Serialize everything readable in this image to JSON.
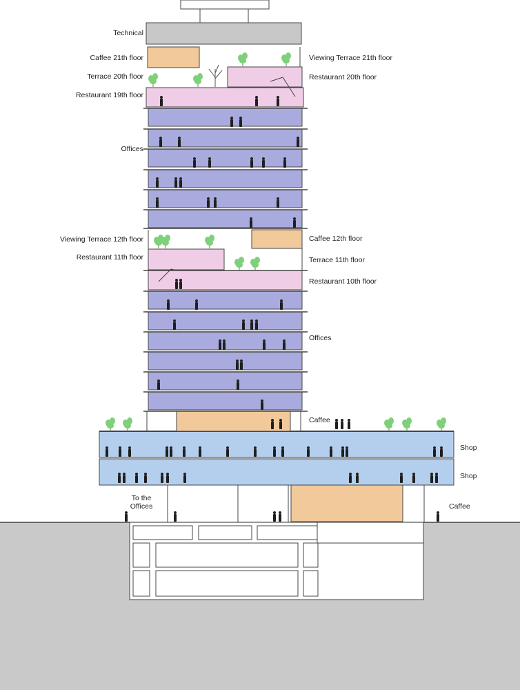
{
  "labels": {
    "technical": "Technical",
    "caffee_21": "Caffee 21th floor",
    "viewing_terrace_21": "Viewing Terrace 21th floor",
    "terrace_20": "Terrace 20th floor",
    "restaurant_20": "Restaurant 20th floor",
    "restaurant_19": "Restaurant 19th floor",
    "offices_upper": "Offices",
    "viewing_terrace_12": "Viewing Terrace 12th floor",
    "caffee_12": "Caffee 12th floor",
    "restaurant_11": "Restaurant 11th floor",
    "terrace_11": "Terrace 11th floor",
    "restaurant_10": "Restaurant 10th floor",
    "offices_lower": "Offices",
    "caffee_podium": "Caffee",
    "shop_upper": "Shop",
    "shop_lower": "Shop",
    "to_offices": "To the Offices",
    "caffee_ground": "Caffee"
  },
  "colors": {
    "office": "#a9abde",
    "restaurant": "#f0cde6",
    "caffee": "#f2c99a",
    "technical": "#c8c8c8",
    "shop": "#b4cfee",
    "ground": "#c9c9c9",
    "plant": "#7fd07a",
    "person": "#1f1f1f",
    "line": "#444444"
  }
}
